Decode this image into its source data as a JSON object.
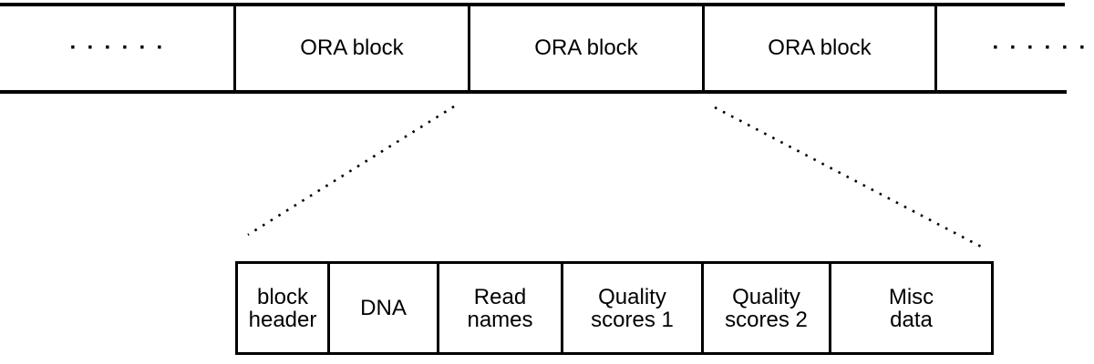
{
  "colors": {
    "line": "#000000",
    "background": "#ffffff",
    "text": "#000000"
  },
  "stream": {
    "left_ellipsis": "······",
    "right_ellipsis": "······",
    "blocks": [
      {
        "label": "ORA block"
      },
      {
        "label": "ORA block"
      },
      {
        "label": "ORA block"
      }
    ]
  },
  "block_detail": {
    "segments": [
      {
        "label": "block\nheader"
      },
      {
        "label": "DNA"
      },
      {
        "label": "Read\nnames"
      },
      {
        "label": "Quality\nscores 1"
      },
      {
        "label": "Quality\nscores 2"
      },
      {
        "label": "Misc\ndata"
      }
    ]
  }
}
